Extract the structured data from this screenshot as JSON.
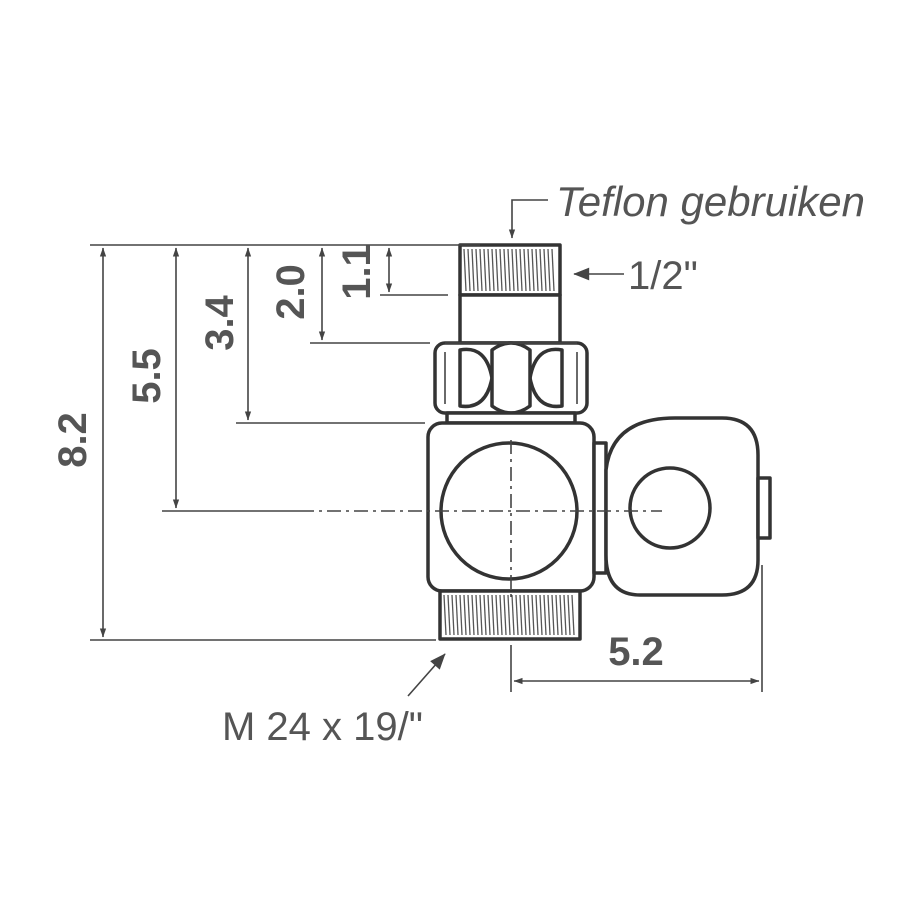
{
  "dimensions": {
    "overall_height": "8.2",
    "to_center": "5.5",
    "to_body": "3.4",
    "to_nut": "2.0",
    "thread_length": "1.1",
    "side_width": "5.2"
  },
  "notes": {
    "teflon": "Teflon gebruiken",
    "top_thread": "1/2\"",
    "bottom_thread": "M 24 x 19/\""
  },
  "colors": {
    "outline": "#333333",
    "text": "#555555"
  }
}
